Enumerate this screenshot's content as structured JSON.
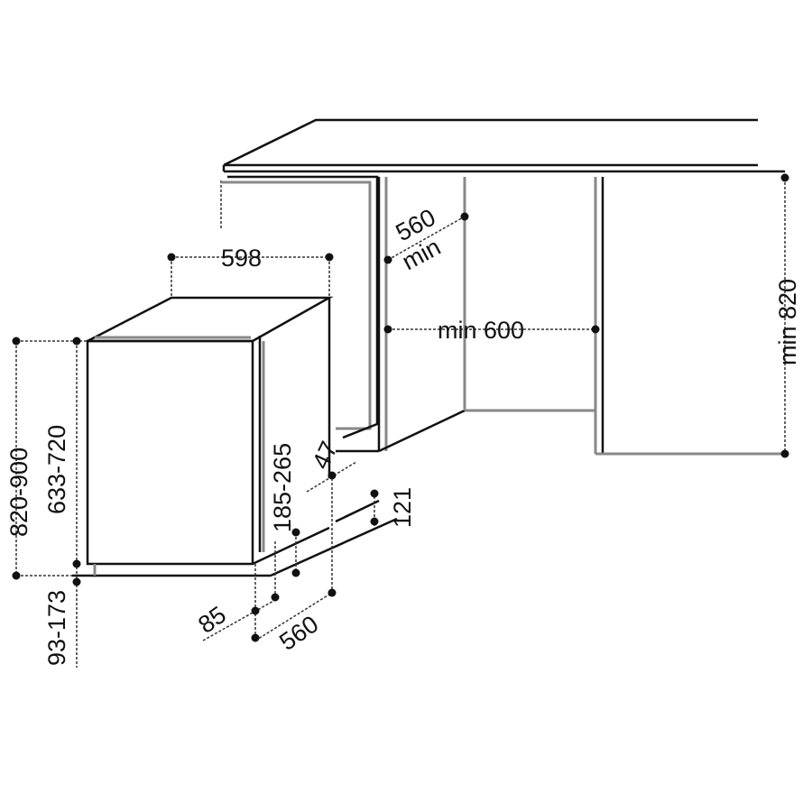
{
  "dimensions": {
    "width_598": "598",
    "niche_depth_560": "560",
    "niche_depth_min": "min",
    "niche_width": "min 600",
    "niche_height": "min 820",
    "total_height": "820-900",
    "body_height": "633-720",
    "plinth_gap": "185-265",
    "offset_47": "47",
    "offset_121": "121",
    "plinth_85": "85",
    "depth_560": "560",
    "feet_height": "93-173"
  }
}
